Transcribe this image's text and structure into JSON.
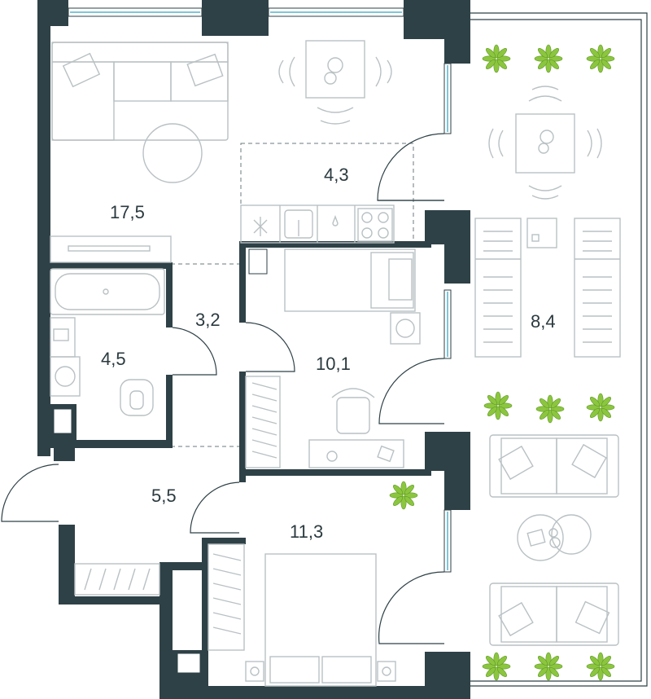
{
  "rooms": {
    "living_kitchen": {
      "area": "17,5"
    },
    "kitchen_niche": {
      "area": "4,3"
    },
    "bathroom": {
      "area": "4,5"
    },
    "corridor": {
      "area": "3,2"
    },
    "hall": {
      "area": "5,5"
    },
    "bedroom_1": {
      "area": "10,1"
    },
    "bedroom_2": {
      "area": "11,3"
    },
    "terrace": {
      "area": "8,4"
    }
  },
  "colors": {
    "wall": "#2e4147",
    "furniture_line": "#b9c1c4",
    "window_glass": "#7fc6da",
    "plant": "#8cc63f",
    "label": "#2b3a3f"
  },
  "icons": [
    "sofa-icon",
    "dining-table-icon",
    "bed-icon",
    "bathtub-icon",
    "toilet-icon",
    "sink-icon",
    "washing-machine-icon",
    "desk-icon",
    "wardrobe-icon",
    "sunbed-icon",
    "plant-icon",
    "stove-icon"
  ]
}
